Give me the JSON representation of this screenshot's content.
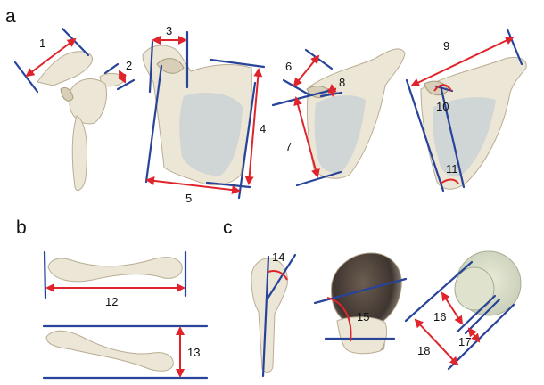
{
  "panels": {
    "a": "a",
    "b": "b",
    "c": "c"
  },
  "measurements": [
    "1",
    "2",
    "3",
    "4",
    "5",
    "6",
    "7",
    "8",
    "9",
    "10",
    "11",
    "12",
    "13",
    "14",
    "15",
    "16",
    "17",
    "18"
  ],
  "colors": {
    "measure_line": "#e0242c",
    "reference_line": "#27449a",
    "bone": "#ece6d6"
  }
}
